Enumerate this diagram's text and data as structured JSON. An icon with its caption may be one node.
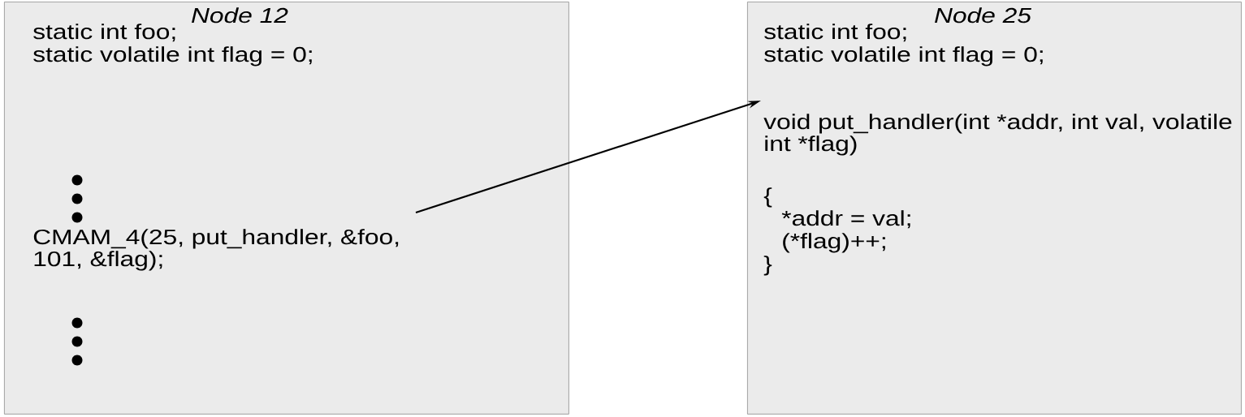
{
  "diagram": {
    "nodes": [
      {
        "text": [
          "Node 12",
          "static int foo;",
          "static volatile int flag = 0;"
        ]
      },
      {
        "text": [
          "CMAM_4(25, put_handler, &foo, 101, &flag);"
        ],
        "in": 0
      },
      {
        "text": [
          "Node 25",
          "static int foo;",
          "static volatile int flag = 0;",
          "{",
          "*addr = val;",
          "(*flag)++;",
          "}"
        ]
      },
      {
        "text": [
          "void put_handler(int *addr, int val, volatile int *flag)"
        ],
        "in": 2
      }
    ],
    "edges": [
      {
        "from": 1,
        "to": 3,
        "arrow": "to"
      }
    ]
  }
}
